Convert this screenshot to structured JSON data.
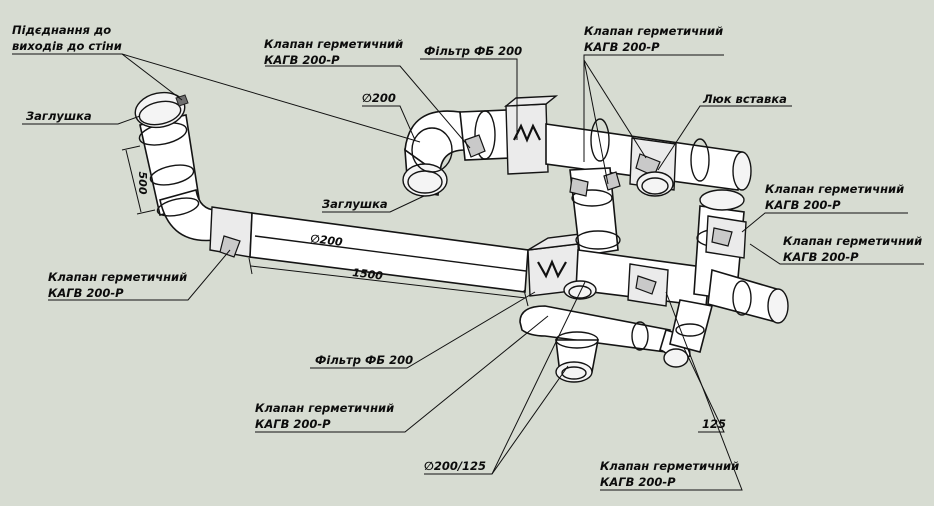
{
  "labels": {
    "connection_to_wall": [
      "Підєднання до",
      "виходів до стіни"
    ],
    "plug_left": "Заглушка",
    "plug_mid": "Заглушка",
    "valve_top_left": [
      "Клапан герметичний",
      "КАГВ 200-Р"
    ],
    "filter_top": "Фільтр ФБ 200",
    "valve_top_right": [
      "Клапан герметичний",
      "КАГВ 200-Р"
    ],
    "hatch_insert": "Люк вставка",
    "valve_right_1": [
      "Клапан герметичний",
      "КАГВ 200-Р"
    ],
    "valve_right_2": [
      "Клапан герметичний",
      "КАГВ 200-Р"
    ],
    "valve_left": [
      "Клапан герметичний",
      "КАГВ 200-Р"
    ],
    "filter_bottom": "Фільтр ФБ 200",
    "valve_bottom_mid": [
      "Клапан герметичний",
      "КАГВ 200-Р"
    ],
    "reducer": "∅200/125",
    "valve_bottom_right": [
      "Клапан герметичний",
      "КАГВ 200-Р"
    ],
    "size_125": "125"
  },
  "dimensions": {
    "diameter_top": "∅200",
    "diameter_main": "∅200",
    "length_riser": "500",
    "length_main": "1500"
  },
  "colors": {
    "background": "#d7dcd2",
    "line": "#141414"
  }
}
